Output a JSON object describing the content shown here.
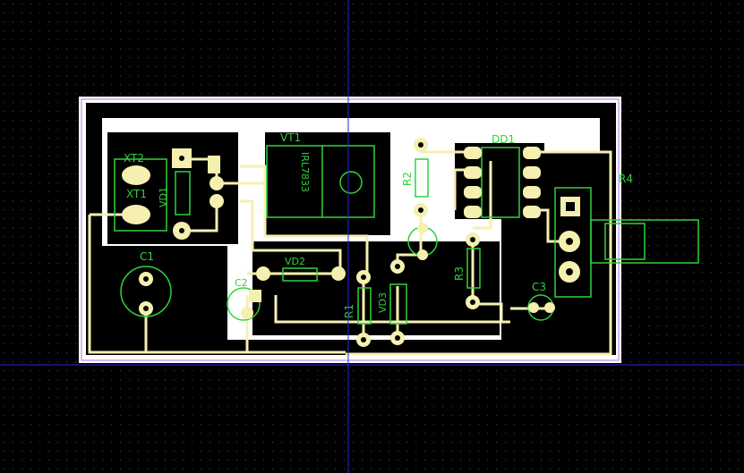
{
  "board": {
    "background": "#000000",
    "grid_dot_color": "#3a3a3a",
    "board_color": "#ffffff",
    "copper_color": "#f5f0b0",
    "copper_fill_color": "#000000",
    "silk_color": "#2fd23a",
    "axis_color": "#2a2ad8"
  },
  "components": {
    "xt2": "XT2",
    "xt1": "XT1",
    "vd1": "VD1",
    "vt1": "VT1",
    "vt1_part": "IRL7833",
    "r2": "R2",
    "dd1": "DD1",
    "r4": "R4",
    "c1": "C1",
    "c2": "C2",
    "vd2": "VD2",
    "r1": "R1",
    "vd3": "VD3",
    "r3": "R3",
    "c3": "C3"
  }
}
